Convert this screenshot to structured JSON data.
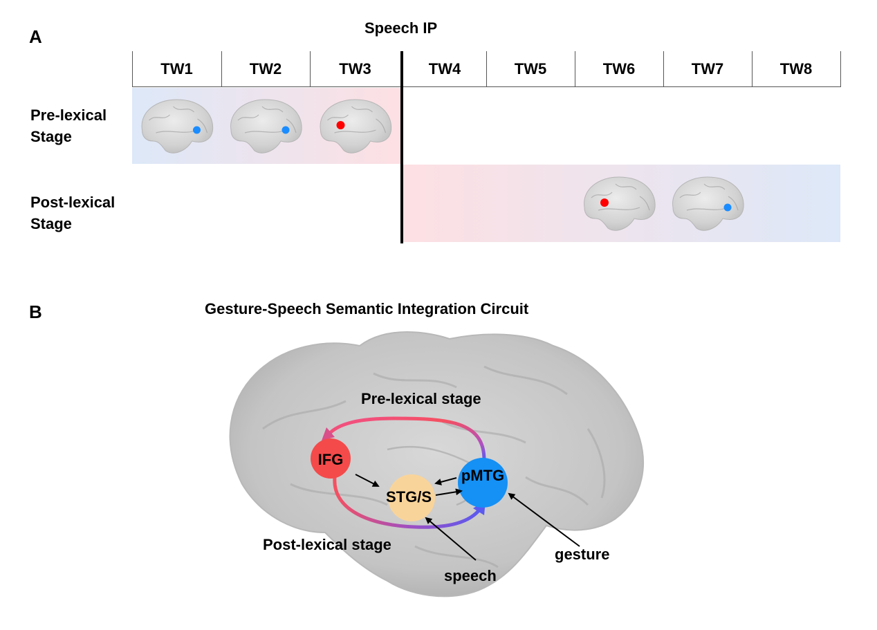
{
  "panel_a": {
    "letter": "A",
    "title": "Speech IP",
    "time_windows": [
      "TW1",
      "TW2",
      "TW3",
      "TW4",
      "TW5",
      "TW6",
      "TW7",
      "TW8"
    ],
    "rows": [
      {
        "label_line1": "Pre-lexical",
        "label_line2": "Stage",
        "span": [
          "TW1",
          "TW3"
        ],
        "gradient": [
          "#dde8f8",
          "#fde0e3"
        ],
        "brains": [
          {
            "window": "TW1",
            "region": "pMTG",
            "dot_color": "#1a8cff"
          },
          {
            "window": "TW2",
            "region": "pMTG",
            "dot_color": "#1a8cff"
          },
          {
            "window": "TW3",
            "region": "IFG",
            "dot_color": "#ff0000"
          }
        ]
      },
      {
        "label_line1": "Post-lexical",
        "label_line2": "Stage",
        "span": [
          "TW4",
          "TW8"
        ],
        "gradient": [
          "#fde0e3",
          "#dde8f8"
        ],
        "brains": [
          {
            "window": "TW6",
            "region": "IFG",
            "dot_color": "#ff0000"
          },
          {
            "window": "TW7",
            "region": "pMTG",
            "dot_color": "#1a8cff"
          }
        ]
      }
    ]
  },
  "panel_b": {
    "letter": "B",
    "title": "Gesture-Speech Semantic Integration Circuit",
    "pre_lexical_label": "Pre-lexical stage",
    "post_lexical_label": "Post-lexical stage",
    "nodes": {
      "ifg": {
        "label": "IFG",
        "color": "#f44a4a"
      },
      "stg": {
        "label": "STG/S",
        "color": "#f9d49a"
      },
      "pmtg": {
        "label": "pMTG",
        "color": "#1590f5"
      }
    },
    "inputs": {
      "speech": "speech",
      "gesture": "gesture"
    },
    "arc_colors": {
      "red": "#f55060",
      "purple": "#a04fc0",
      "blue": "#5a5af0"
    }
  }
}
